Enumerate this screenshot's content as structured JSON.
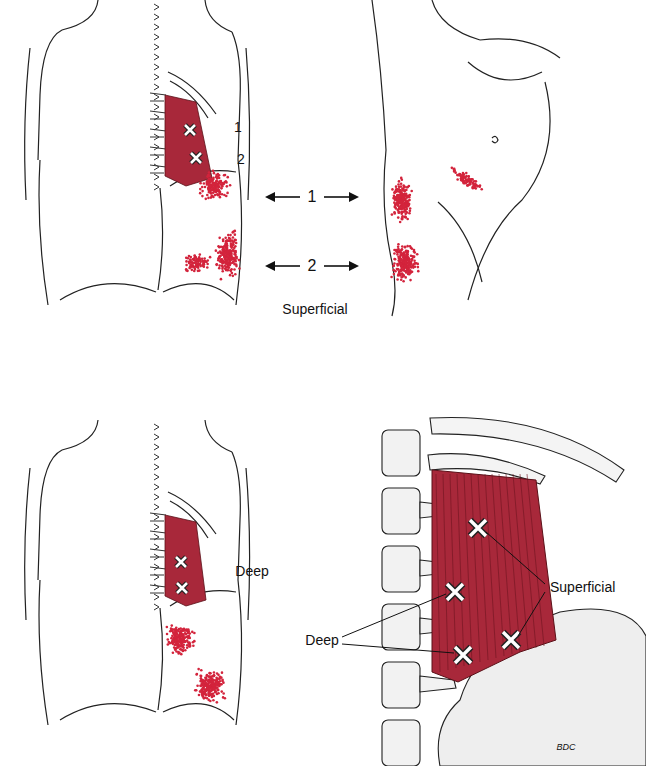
{
  "diagram": {
    "labels": [
      "1",
      "2",
      "1",
      "2",
      "Superficial",
      "Deep",
      "Superficial",
      "Deep",
      "BDC"
    ]
  }
}
